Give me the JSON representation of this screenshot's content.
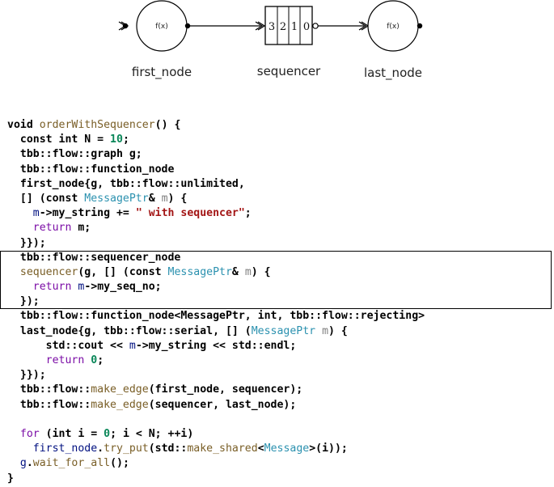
{
  "diagram": {
    "labels": {
      "first_node": "first_node",
      "sequencer": "sequencer",
      "last_node": "last_node"
    },
    "func_label": "f(x)",
    "queue_values": [
      "3",
      "2",
      "1",
      "0"
    ]
  },
  "code": {
    "highlight_lines": [
      9,
      12
    ],
    "lines": [
      [
        [
          "void ",
          "plain"
        ],
        [
          "orderWithSequencer",
          "fn"
        ],
        [
          "() {",
          "plain"
        ]
      ],
      [
        [
          "  const int N = ",
          "plain"
        ],
        [
          "10",
          "num"
        ],
        [
          ";",
          "plain"
        ]
      ],
      [
        [
          "  tbb::flow::graph g;",
          "plain"
        ]
      ],
      [
        [
          "  tbb::flow::function_node",
          "plain"
        ]
      ],
      [
        [
          "  first_node{g, tbb::flow::unlimited,",
          "plain"
        ]
      ],
      [
        [
          "  [] (const ",
          "plain"
        ],
        [
          "MessagePtr",
          "type"
        ],
        [
          "& ",
          "plain"
        ],
        [
          "m",
          "param"
        ],
        [
          ") {",
          "plain"
        ]
      ],
      [
        [
          "    ",
          "plain"
        ],
        [
          "m",
          "var"
        ],
        [
          "->my_string += ",
          "plain"
        ],
        [
          "\" with sequencer\"",
          "str"
        ],
        [
          ";",
          "plain"
        ]
      ],
      [
        [
          "    ",
          "plain"
        ],
        [
          "return",
          "kw"
        ],
        [
          " m;",
          "plain"
        ]
      ],
      [
        [
          "  }});",
          "plain"
        ]
      ],
      [
        [
          "  tbb::flow::sequencer_node",
          "plain"
        ]
      ],
      [
        [
          "  ",
          "plain"
        ],
        [
          "sequencer",
          "fn"
        ],
        [
          "(g, [] (const ",
          "plain"
        ],
        [
          "MessagePtr",
          "type"
        ],
        [
          "& ",
          "plain"
        ],
        [
          "m",
          "param"
        ],
        [
          ") {",
          "plain"
        ]
      ],
      [
        [
          "    ",
          "plain"
        ],
        [
          "return",
          "kw"
        ],
        [
          " ",
          "plain"
        ],
        [
          "m",
          "var"
        ],
        [
          "->my_seq_no;",
          "plain"
        ]
      ],
      [
        [
          "  });",
          "plain"
        ]
      ],
      [
        [
          "  tbb::flow::function_node<MessagePtr, int, tbb::flow::rejecting>",
          "plain"
        ]
      ],
      [
        [
          "  last_node{g, tbb::flow::serial, [] (",
          "plain"
        ],
        [
          "MessagePtr",
          "type"
        ],
        [
          " ",
          "plain"
        ],
        [
          "m",
          "param"
        ],
        [
          ") {",
          "plain"
        ]
      ],
      [
        [
          "      std::cout << ",
          "plain"
        ],
        [
          "m",
          "var"
        ],
        [
          "->my_string << std::endl;",
          "plain"
        ]
      ],
      [
        [
          "      ",
          "plain"
        ],
        [
          "return",
          "kw"
        ],
        [
          " ",
          "plain"
        ],
        [
          "0",
          "num"
        ],
        [
          ";",
          "plain"
        ]
      ],
      [
        [
          "  }});",
          "plain"
        ]
      ],
      [
        [
          "  tbb::flow::",
          "plain"
        ],
        [
          "make_edge",
          "fn"
        ],
        [
          "(first_node, sequencer);",
          "plain"
        ]
      ],
      [
        [
          "  tbb::flow::",
          "plain"
        ],
        [
          "make_edge",
          "fn"
        ],
        [
          "(sequencer, last_node);",
          "plain"
        ]
      ],
      [
        [
          "",
          "plain"
        ]
      ],
      [
        [
          "  ",
          "plain"
        ],
        [
          "for",
          "kw"
        ],
        [
          " (int i = ",
          "plain"
        ],
        [
          "0",
          "num"
        ],
        [
          "; i < N; ++i)",
          "plain"
        ]
      ],
      [
        [
          "    ",
          "plain"
        ],
        [
          "first_node",
          "var"
        ],
        [
          ".",
          "plain"
        ],
        [
          "try_put",
          "fn"
        ],
        [
          "(std::",
          "plain"
        ],
        [
          "make_shared",
          "fn"
        ],
        [
          "<",
          "plain"
        ],
        [
          "Message",
          "type"
        ],
        [
          ">(i));",
          "plain"
        ]
      ],
      [
        [
          "  ",
          "plain"
        ],
        [
          "g",
          "var"
        ],
        [
          ".",
          "plain"
        ],
        [
          "wait_for_all",
          "fn"
        ],
        [
          "();",
          "plain"
        ]
      ],
      [
        [
          "}",
          "plain"
        ]
      ]
    ]
  }
}
